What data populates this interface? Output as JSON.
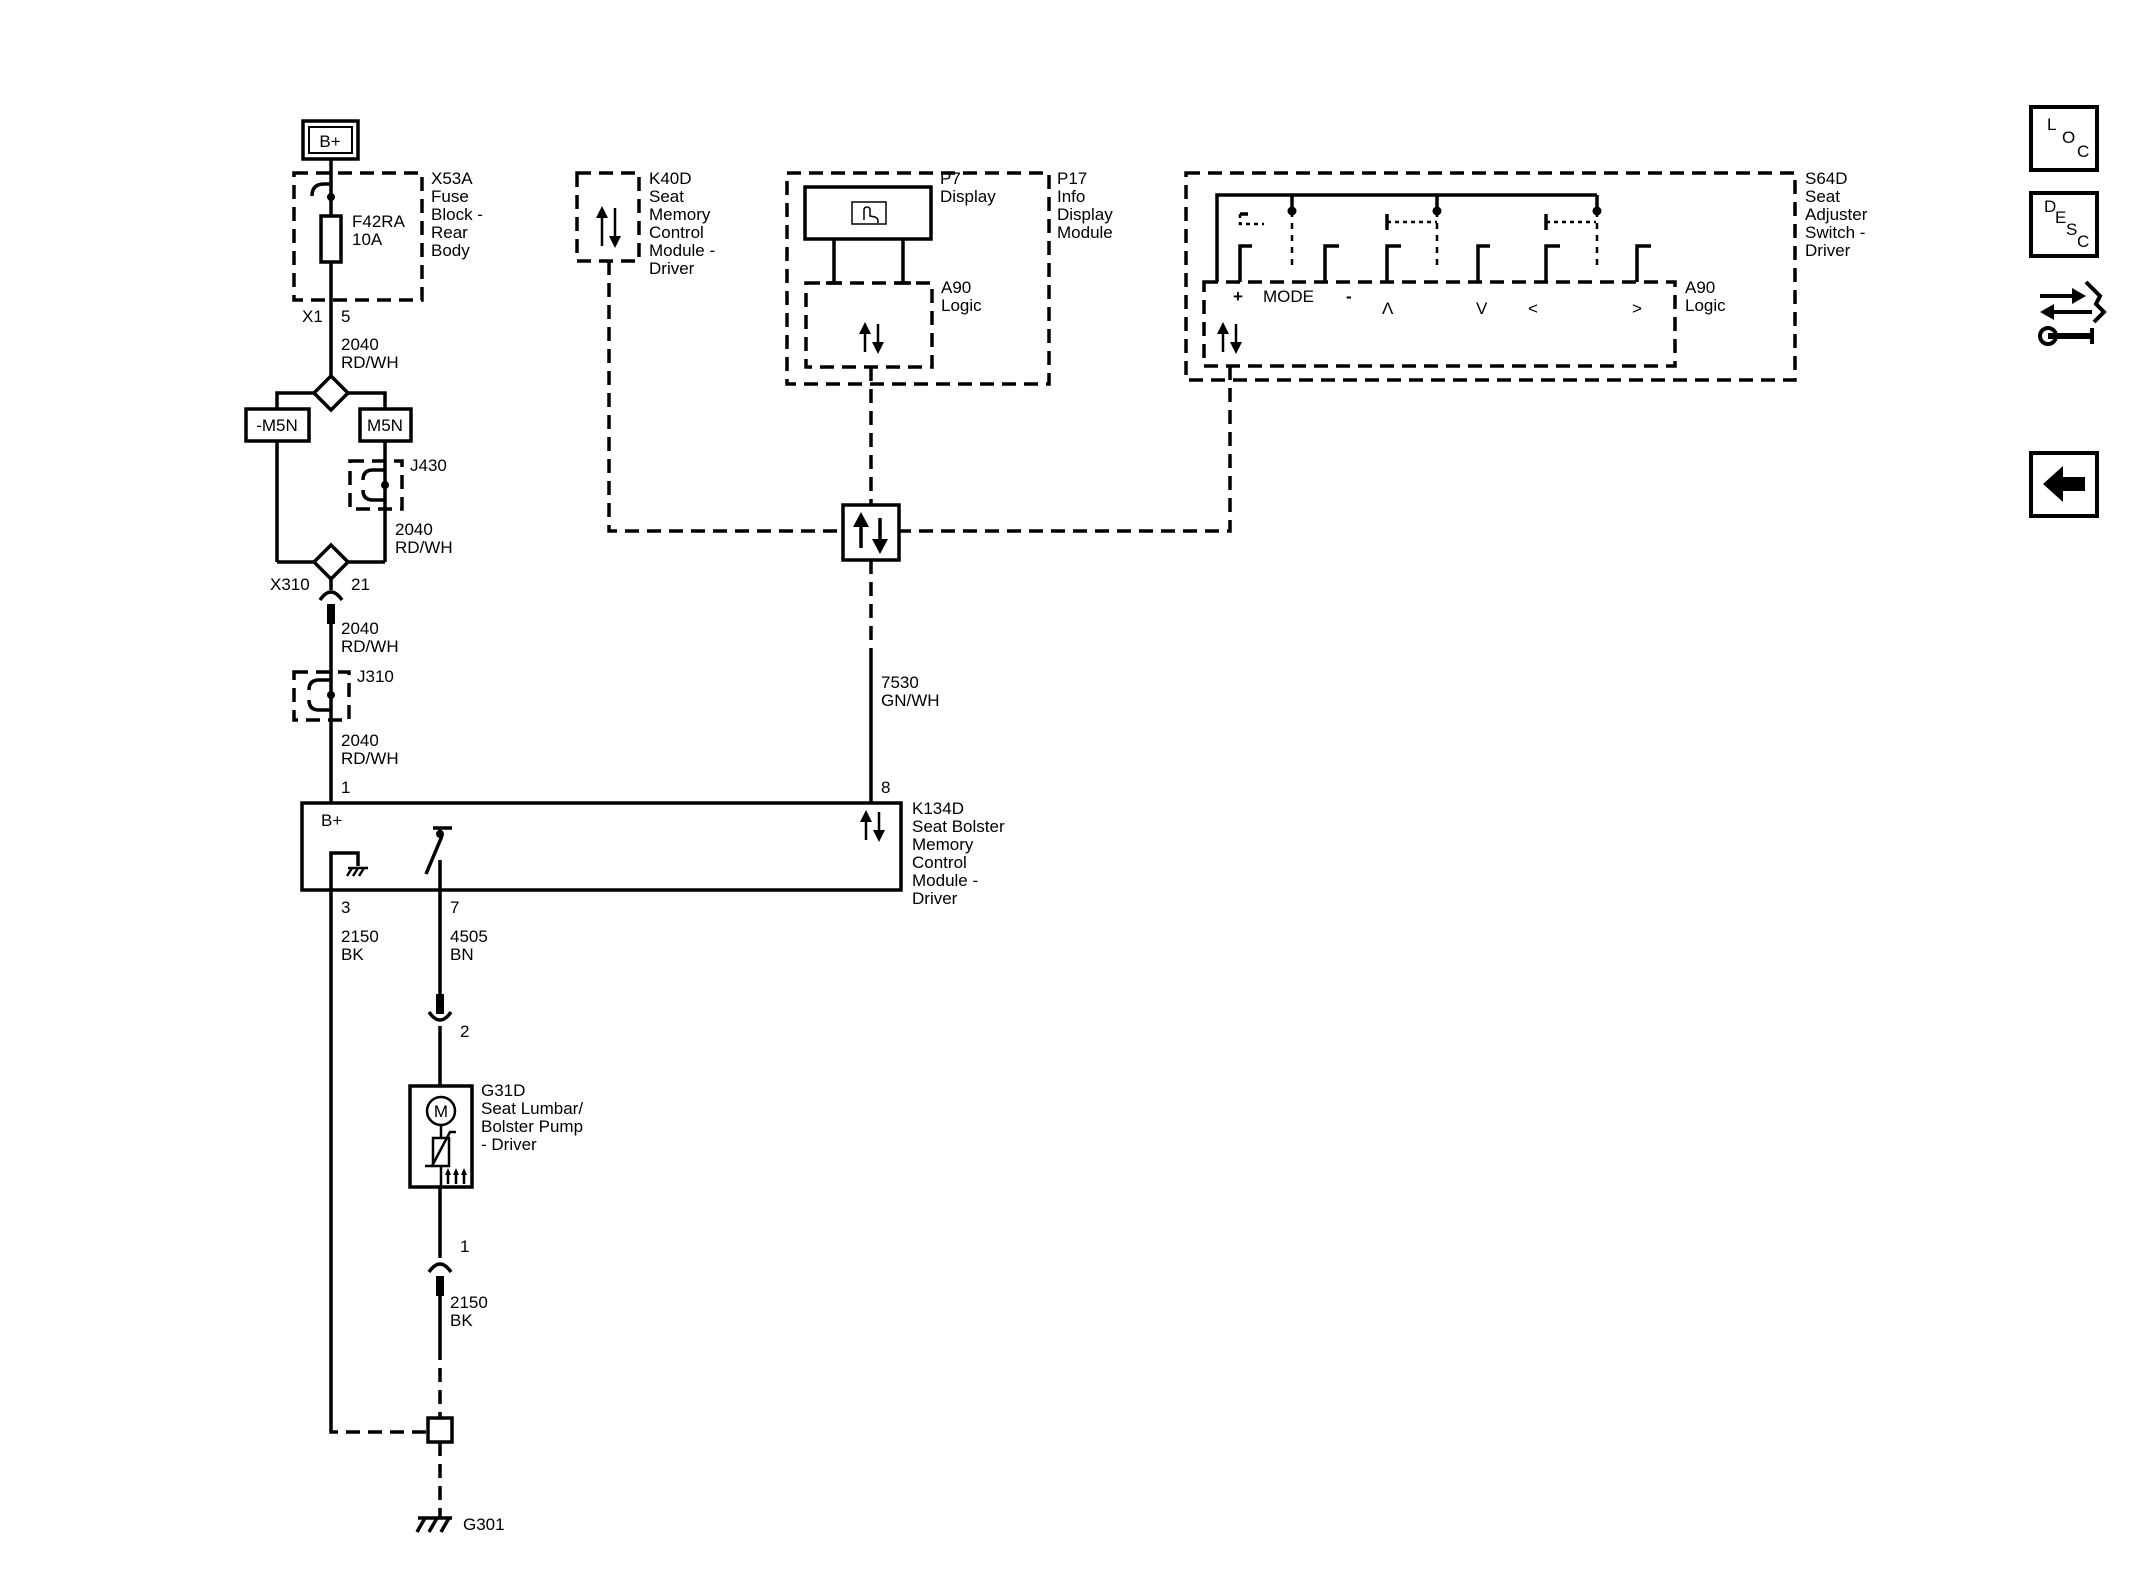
{
  "power": {
    "bplus_label": "B+"
  },
  "fuse_block": {
    "name": "X53A",
    "desc": [
      "Fuse",
      "Block -",
      "Rear",
      "Body"
    ],
    "fuse": "F42RA",
    "rating": "10A",
    "connector": "X1",
    "pin": "5"
  },
  "wire_2040": {
    "circuit": "2040",
    "color": "RD/WH"
  },
  "options": {
    "m5n_neg": "-M5N",
    "m5n": "M5N"
  },
  "j430": "J430",
  "x310": {
    "connector": "X310",
    "pin": "21"
  },
  "j310": "J310",
  "k40d": {
    "name": "K40D",
    "desc": [
      "Seat",
      "Memory",
      "Control",
      "Module -",
      "Driver"
    ]
  },
  "p17": {
    "display_name": "P7",
    "display_desc": "Display",
    "logic_name": "A90",
    "logic_desc": "Logic",
    "name": "P17",
    "desc": [
      "Info",
      "Display",
      "Module"
    ]
  },
  "s64d": {
    "name": "S64D",
    "desc": [
      "Seat",
      "Adjuster",
      "Switch -",
      "Driver"
    ],
    "logic_name": "A90",
    "logic_desc": "Logic",
    "plus": "+",
    "mode": "MODE",
    "minus": "-",
    "up": "Λ",
    "down": "V",
    "left": "<",
    "right": ">"
  },
  "wire_7530": {
    "circuit": "7530",
    "color": "GN/WH",
    "pin": "8"
  },
  "k134d": {
    "name": "K134D",
    "desc": [
      "Seat Bolster",
      "Memory",
      "Control",
      "Module -",
      "Driver"
    ],
    "bplus": "B+",
    "pin_bplus": "1",
    "pin_ground": "3",
    "pin_motor": "7"
  },
  "wire_2150_upper": {
    "circuit": "2150",
    "color": "BK"
  },
  "wire_4505": {
    "circuit": "4505",
    "color": "BN"
  },
  "pump_pin_top": "2",
  "pump": {
    "motor_symbol": "M",
    "name": "G31D",
    "desc": [
      "Seat Lumbar/",
      "Bolster Pump",
      "- Driver"
    ]
  },
  "pump_pin_bottom": "1",
  "wire_2150_lower": {
    "circuit": "2150",
    "color": "BK"
  },
  "ground": "G301",
  "nav": {
    "loc": [
      "L",
      "O",
      "C"
    ],
    "desc": [
      "D",
      "E",
      "S",
      "C"
    ],
    "back_icon": "left-arrow",
    "connector_icon": "connector-wrench-icon"
  }
}
